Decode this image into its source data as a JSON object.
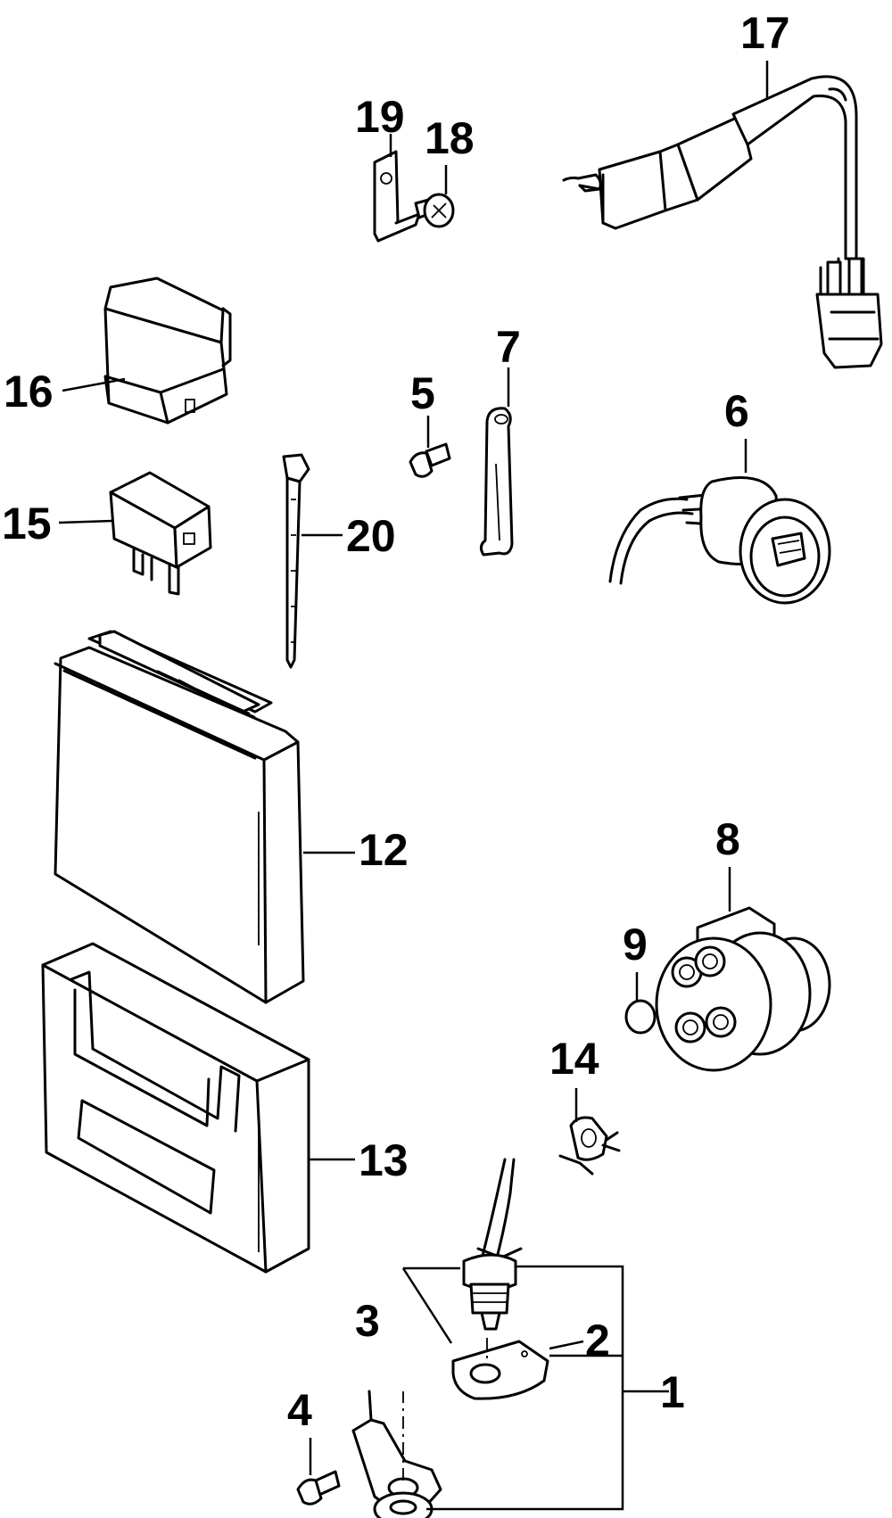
{
  "diagram": {
    "callouts": [
      "1",
      "2",
      "3",
      "4",
      "5",
      "6",
      "7",
      "8",
      "9",
      "12",
      "13",
      "14",
      "15",
      "16",
      "17",
      "18",
      "19",
      "20"
    ]
  }
}
